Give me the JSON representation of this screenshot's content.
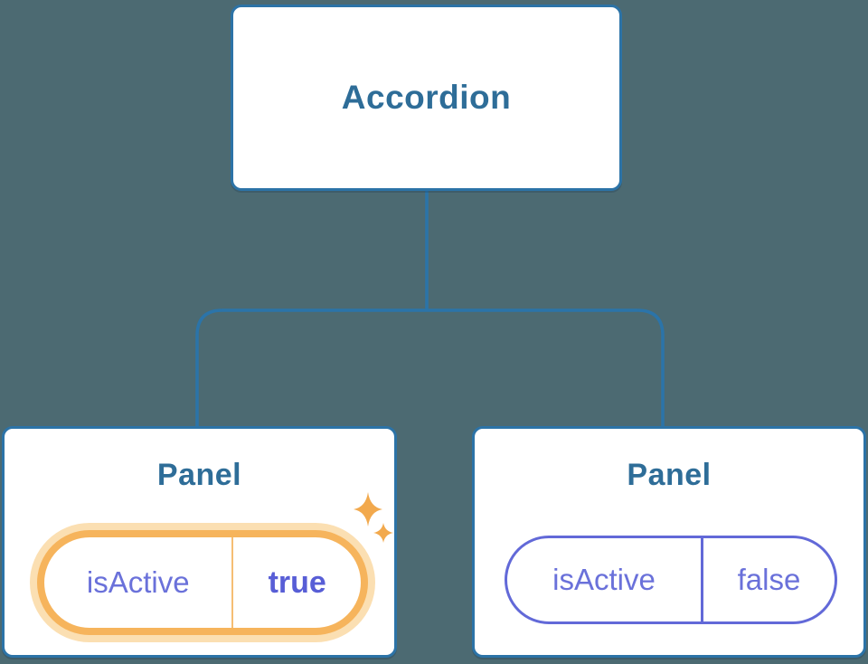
{
  "diagram": {
    "title": "component-tree-state-diagram",
    "background_color": "#4C6A72",
    "root": {
      "label": "Accordion"
    },
    "panels": [
      {
        "label": "Panel",
        "state_key": "isActive",
        "state_value": "true",
        "highlighted": true,
        "decoration": "sparkles-icon"
      },
      {
        "label": "Panel",
        "state_key": "isActive",
        "state_value": "false",
        "highlighted": false
      }
    ],
    "colors": {
      "node_border": "#2C73A7",
      "node_background": "#FFFFFF",
      "node_text": "#2E6D98",
      "connector": "#2B74A9",
      "state_text": "#6A71DA",
      "state_value_active": "#585ED6",
      "state_pill_border": "#6269D8",
      "highlight_border": "#F6B45C",
      "highlight_glow": "#FBDFB2",
      "sparkle": "#F2A94D"
    }
  }
}
